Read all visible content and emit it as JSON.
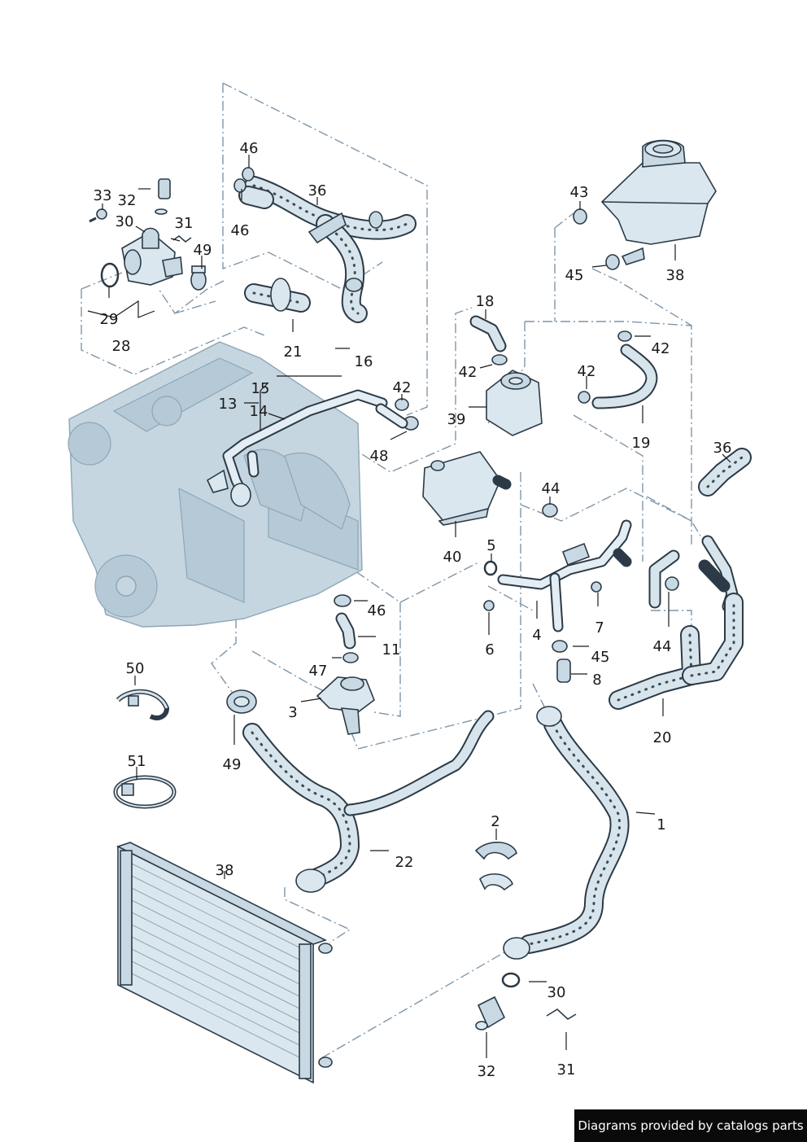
{
  "diagram": {
    "title": "Cooling system parts diagram",
    "labels": [
      "1",
      "2",
      "3",
      "4",
      "5",
      "6",
      "7",
      "8",
      "11",
      "13",
      "14",
      "15",
      "16",
      "18",
      "19",
      "20",
      "21",
      "22",
      "28",
      "29",
      "30",
      "31",
      "32",
      "33",
      "36",
      "38",
      "39",
      "40",
      "42",
      "43",
      "44",
      "45",
      "46",
      "47",
      "48",
      "49",
      "50",
      "51"
    ],
    "callouts": {
      "l1": "1",
      "l2": "2",
      "l3": "3",
      "l4": "4",
      "l5": "5",
      "l6": "6",
      "l7": "7",
      "l8": "8",
      "l11": "11",
      "l13": "13",
      "l14": "14",
      "l15": "15",
      "l16": "16",
      "l18": "18",
      "l19": "19",
      "l20": "20",
      "l21": "21",
      "l22": "22",
      "l28": "28",
      "l29": "29",
      "l30a": "30",
      "l30b": "30",
      "l31a": "31",
      "l31b": "31",
      "l32a": "32",
      "l32b": "32",
      "l33": "33",
      "l36a": "36",
      "l36b": "36",
      "l38a": "38",
      "l38b": "38",
      "l39": "39",
      "l40": "40",
      "l42a": "42",
      "l42b": "42",
      "l42c": "42",
      "l42d": "42",
      "l43": "43",
      "l44a": "44",
      "l44b": "44",
      "l45a": "45",
      "l45b": "45",
      "l46a": "46",
      "l46b": "46",
      "l46c": "46",
      "l47": "47",
      "l48": "48",
      "l49a": "49",
      "l49b": "49",
      "l50": "50",
      "l51": "51"
    }
  },
  "footer": {
    "credit": "Diagrams provided by catalogs parts"
  }
}
